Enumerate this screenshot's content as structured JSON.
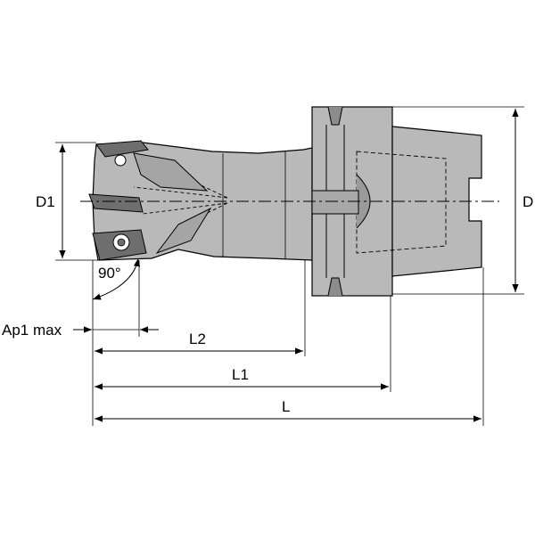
{
  "labels": {
    "d1": "D1",
    "d": "D",
    "angle": "90°",
    "ap1": "Ap1 max",
    "l2": "L2",
    "l1": "L1",
    "l": "L"
  },
  "colors": {
    "body_fill": "#b9b9b9",
    "body_dark": "#8c8c8c",
    "insert_fill": "#6e6e6e",
    "line": "#000000"
  }
}
